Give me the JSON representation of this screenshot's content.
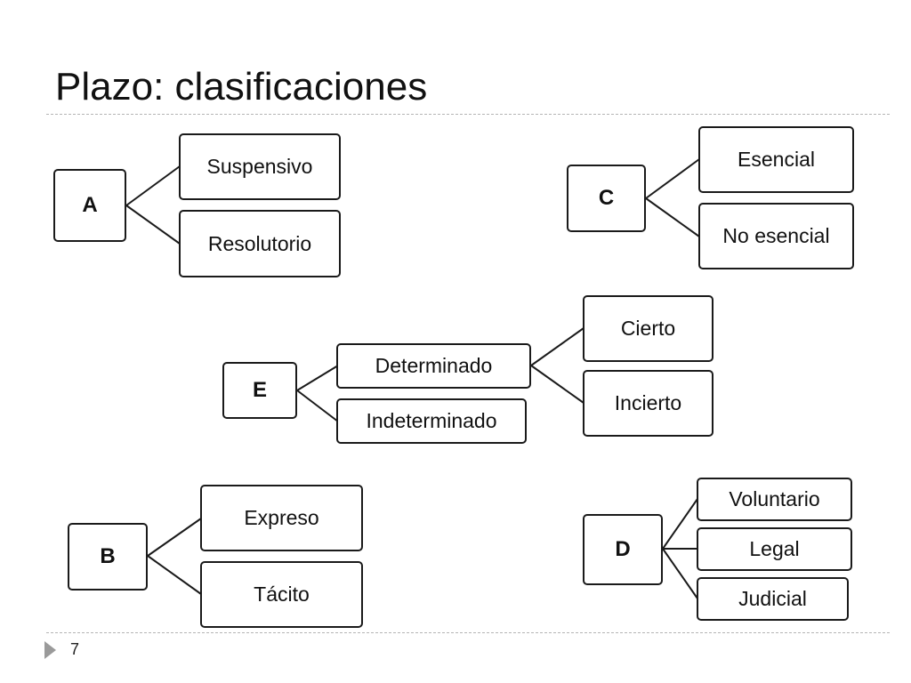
{
  "slide": {
    "title": "Plazo: clasificaciones",
    "page_number": "7"
  },
  "groups": {
    "a": {
      "label": "A",
      "items": [
        "Suspensivo",
        "Resolutorio"
      ]
    },
    "b": {
      "label": "B",
      "items": [
        "Expreso",
        "Tácito"
      ]
    },
    "c": {
      "label": "C",
      "items": [
        "Esencial",
        "No esencial"
      ]
    },
    "d": {
      "label": "D",
      "items": [
        "Voluntario",
        "Legal",
        "Judicial"
      ]
    },
    "e": {
      "label": "E",
      "items": [
        "Determinado",
        "Indeterminado"
      ],
      "sub_items": [
        "Cierto",
        "Incierto"
      ]
    }
  }
}
